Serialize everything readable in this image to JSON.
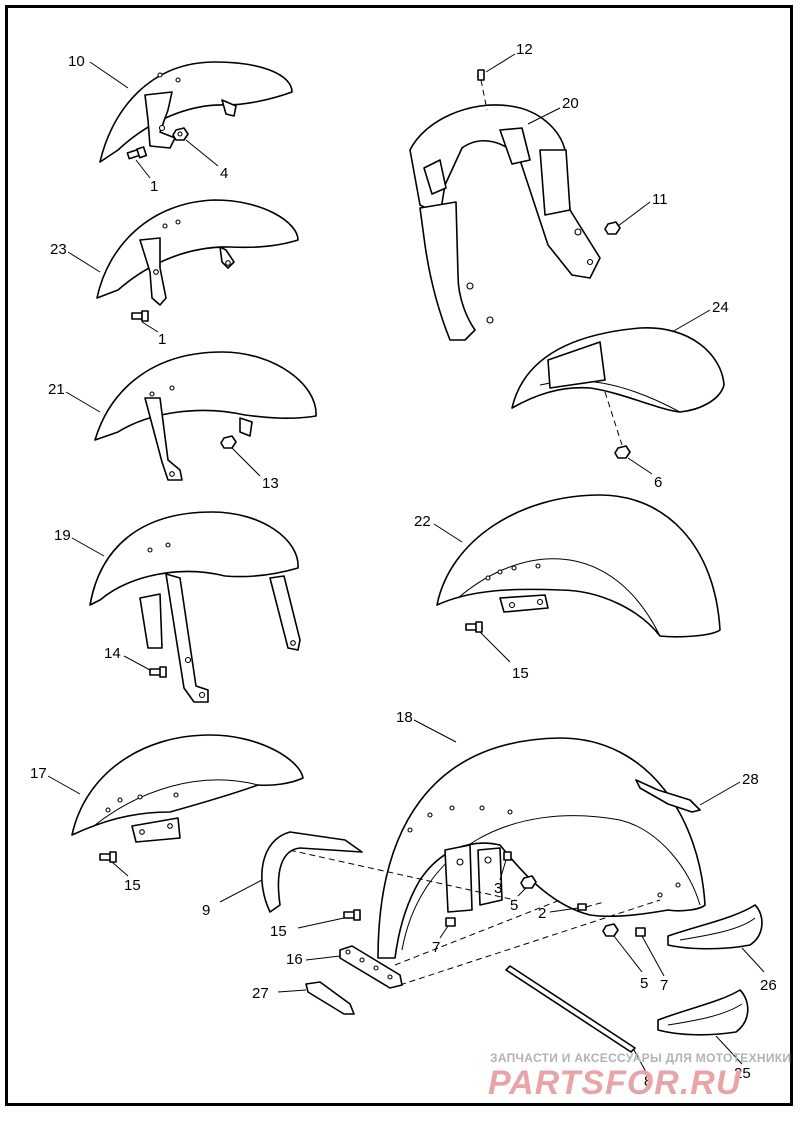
{
  "callouts": [
    "10",
    "4",
    "1",
    "23",
    "1",
    "21",
    "13",
    "19",
    "14",
    "12",
    "20",
    "11",
    "24",
    "6",
    "22",
    "15",
    "17",
    "15",
    "18",
    "28",
    "9",
    "15",
    "3",
    "5",
    "2",
    "7",
    "16",
    "7",
    "27",
    "5",
    "26",
    "8",
    "25"
  ],
  "watermark": {
    "tagline": "ЗАПЧАСТИ И АКСЕССУАРЫ ДЛЯ МОТОТЕХНИКИ",
    "logo": "PARTSFOR.RU"
  }
}
